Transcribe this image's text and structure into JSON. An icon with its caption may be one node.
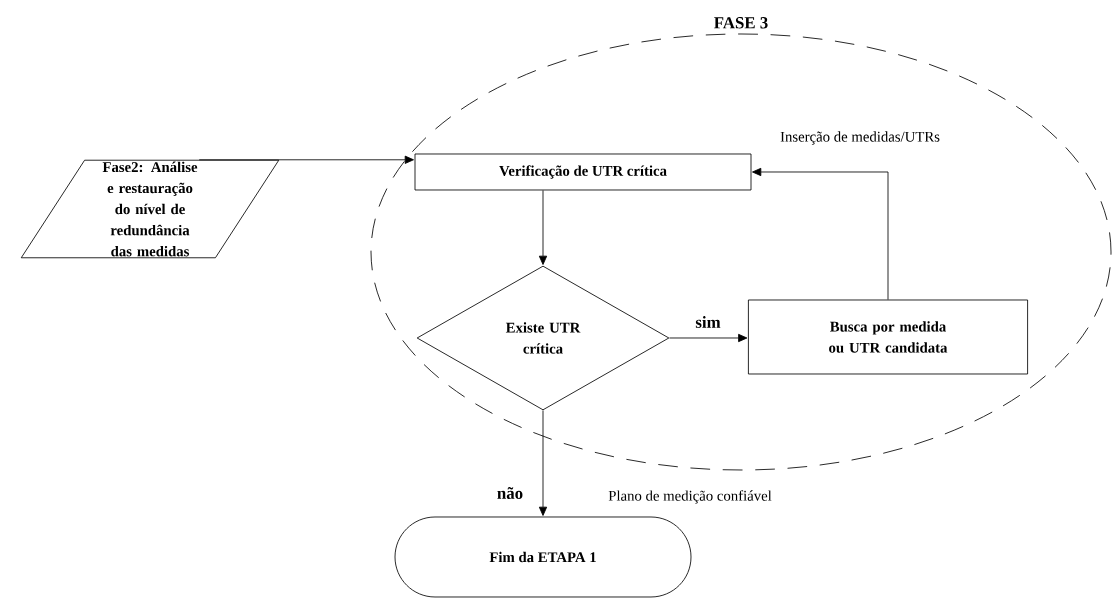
{
  "diagram": {
    "nodes": [
      {
        "text": [
          "FASE 3"
        ]
      },
      {
        "text": [
          "Fase2: Análise e restauração do nível de redundância das medidas"
        ]
      },
      {
        "text": [
          "Verificação de UTR crítica"
        ],
        "in": 0
      },
      {
        "text": [
          "Existe UTR crítica"
        ],
        "in": 0
      },
      {
        "text": [
          "Busca por medida ou UTR candidata"
        ],
        "in": 0
      },
      {
        "text": [
          "Fim da ETAPA 1"
        ]
      }
    ],
    "edges": [
      {
        "from": 1,
        "to": 2,
        "arrow": "to"
      },
      {
        "from": 2,
        "to": 3,
        "arrow": "to"
      },
      {
        "from": 3,
        "to": 4,
        "arrow": "to",
        "label": "sim"
      },
      {
        "from": 4,
        "to": 2,
        "arrow": "to"
      },
      {
        "from": 3,
        "to": 5,
        "arrow": "to",
        "label": "não"
      }
    ],
    "labels": [
      "Inserção de medidas/UTRs",
      "Plano de medição confiável"
    ]
  }
}
